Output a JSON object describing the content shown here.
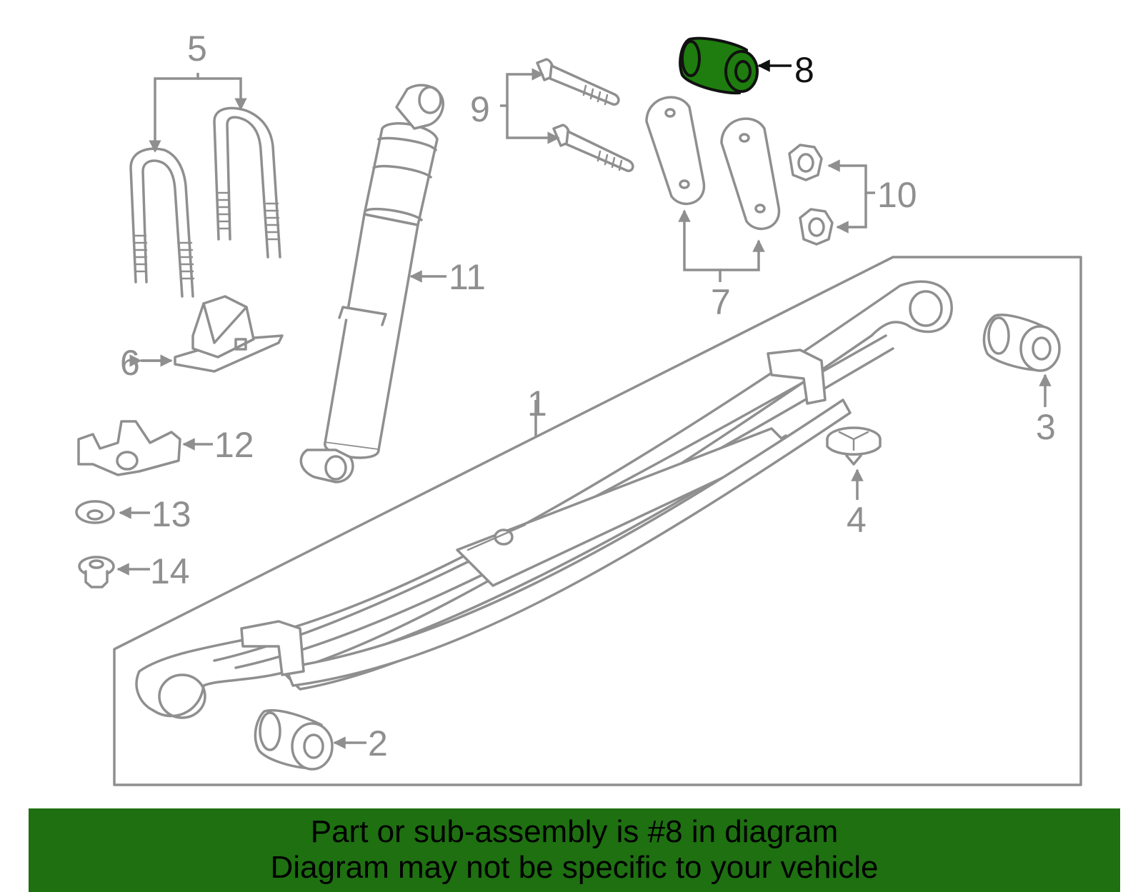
{
  "diagram": {
    "highlight_color": "#1e7d0e",
    "line_color": "#8f8f8f",
    "highlighted_callout": "8",
    "callouts": {
      "c1": "1",
      "c2": "2",
      "c3": "3",
      "c4": "4",
      "c5": "5",
      "c6": "6",
      "c7": "7",
      "c8": "8",
      "c9": "9",
      "c10": "10",
      "c11": "11",
      "c12": "12",
      "c13": "13",
      "c14": "14"
    }
  },
  "banner": {
    "background": "#1e7011",
    "line1": "Part or sub-assembly is #8 in diagram",
    "line2": "Diagram may not be specific to your vehicle"
  }
}
